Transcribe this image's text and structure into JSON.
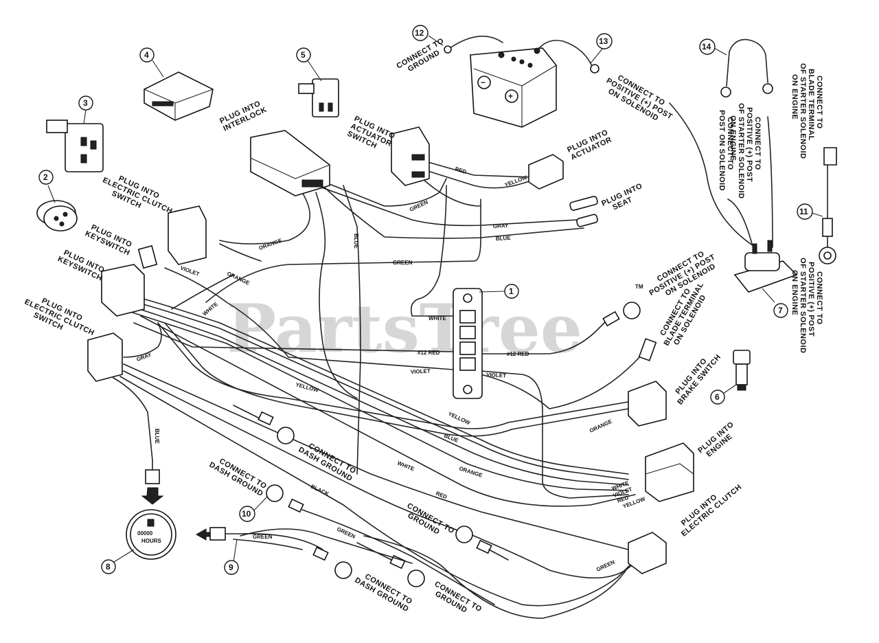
{
  "watermark": "PartsTree",
  "watermark_tm": "TM",
  "callouts": [
    "1",
    "2",
    "3",
    "4",
    "5",
    "6",
    "7",
    "8",
    "9",
    "10",
    "11",
    "12",
    "13",
    "14"
  ],
  "notes": {
    "connect_ground_12": [
      "CONNECT TO",
      "GROUND"
    ],
    "connect_positive_13": [
      "CONNECT TO",
      "POSITIVE (+) POST",
      "ON SOLENOID"
    ],
    "plug_interlock": [
      "PLUG INTO",
      "INTERLOCK"
    ],
    "plug_actuator_switch": [
      "PLUG INTO",
      "ACTUATOR",
      "SWITCH"
    ],
    "plug_actuator": [
      "PLUG INTO",
      "ACTUATOR"
    ],
    "plug_seat": [
      "PLUG INTO",
      "SEAT"
    ],
    "plug_elec_clutch_switch_upper": [
      "PLUG INTO",
      "ELECTRIC CLUTCH",
      "SWITCH"
    ],
    "plug_keyswitch_upper": [
      "PLUG INTO",
      "KEYSWITCH"
    ],
    "plug_keyswitch_lower": [
      "PLUG INTO",
      "KEYSWITCH"
    ],
    "plug_elec_clutch_switch_lower": [
      "PLUG INTO",
      "ELECTRIC CLUTCH",
      "SWITCH"
    ],
    "connect_post_solenoid": [
      "CONNECT TO",
      "POST ON SOLENOID"
    ],
    "connect_pos_starter_14": [
      "CONNECT TO",
      "POSITIVE (+) POST",
      "OF STARTER SOLENOID",
      "ON ENGINE"
    ],
    "connect_blade_terminal_right": [
      "CONNECT TO",
      "BLADE TERMINAL",
      "OF STARTER SOLENOID",
      "ON ENGINE"
    ],
    "connect_pos_starter_11": [
      "CONNECT TO",
      "POSITIVE (+) POST",
      "OF STARTER SOLENOID",
      "ON ENGINE"
    ],
    "connect_pos_solenoid_mid": [
      "CONNECT TO",
      "POSITIVE (+) POST",
      "ON SOLENOID"
    ],
    "connect_blade_solenoid": [
      "CONNECT TO",
      "BLADE TERMINAL",
      "ON SOLENOID"
    ],
    "plug_brake_switch": [
      "PLUG INTO",
      "BRAKE SWITCH"
    ],
    "plug_engine": [
      "PLUG INTO",
      "ENGINE"
    ],
    "plug_electric_clutch": [
      "PLUG INTO",
      "ELECTRIC CLUTCH"
    ],
    "connect_dash_ground_1": [
      "CONNECT TO",
      "DASH GROUND"
    ],
    "connect_dash_ground_2": [
      "CONNECT TO",
      "DASH GROUND"
    ],
    "connect_dash_ground_3": [
      "CONNECT TO",
      "DASH GROUND"
    ],
    "connect_ground_mid": [
      "CONNECT TO",
      "GROUND"
    ],
    "connect_ground_bottom": [
      "CONNECT TO",
      "GROUND"
    ]
  },
  "wire_labels": {
    "red_top": "RED",
    "yellow_top": "YELLOW",
    "green_top": "GREEN",
    "gray": "GRAY",
    "blue_right": "BLUE",
    "orange_left": "ORANGE",
    "blue_vertical": "BLUE",
    "green_mid": "GREEN",
    "violet": "VIOLET",
    "orange_mid": "ORANGE",
    "white_left": "WHITE",
    "white_reg": "WHITE",
    "red12_left": "#12 RED",
    "red12_right": "#12 RED",
    "violet_reg_left": "VIOLET",
    "violet_reg_right": "VIOLET",
    "yellow_mid": "YELLOW",
    "yellow_long": "YELLOW",
    "blue_long": "BLUE",
    "orange_long": "ORANGE",
    "white_long": "WHITE",
    "red_long": "RED",
    "gray_clutch": "GRAY",
    "blue_hourmeter": "BLUE",
    "black": "BLACK",
    "green_hourmeter": "GREEN",
    "green_dash": "GREEN",
    "green_clutch": "GREEN",
    "engine_white": "WHITE",
    "engine_violet": "VIOLET",
    "engine_red": "RED",
    "engine_yellow": "YELLOW"
  },
  "hourmeter": {
    "digits": "00000",
    "unit": "HOURS"
  },
  "battery_symbols": {
    "negative": "−",
    "positive": "+"
  }
}
